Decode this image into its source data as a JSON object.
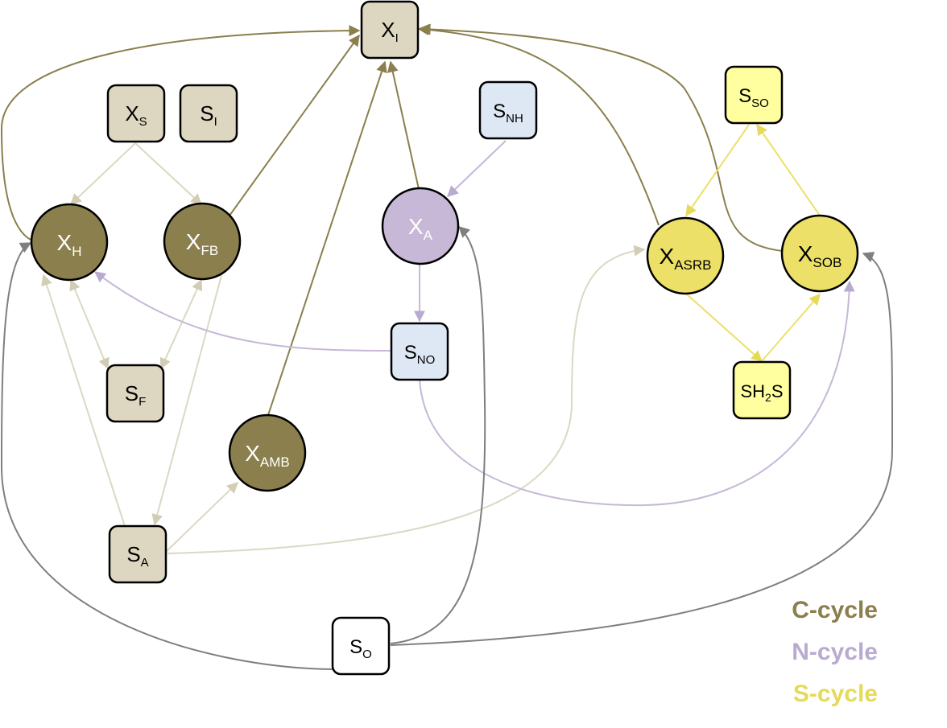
{
  "colors": {
    "c_cycle": "#8a7f4d",
    "c_cycle_light": "#ddd6c0",
    "n_cycle": "#c6b8d6",
    "n_cycle_light": "#dde8f4",
    "s_cycle": "#ece069",
    "s_cycle_light": "#ffff9f",
    "gray": "#7f7f7f",
    "line_c_light": "#dcd8c4"
  },
  "nodes": {
    "XI": {
      "main": "X",
      "sub": "I"
    },
    "XS": {
      "main": "X",
      "sub": "S"
    },
    "SI": {
      "main": "S",
      "sub": "I"
    },
    "SNH": {
      "main": "S",
      "sub": "NH"
    },
    "SSO": {
      "main": "S",
      "sub": "SO"
    },
    "XH": {
      "main": "X",
      "sub": "H"
    },
    "XFB": {
      "main": "X",
      "sub": "FB"
    },
    "XA": {
      "main": "X",
      "sub": "A"
    },
    "XASRB": {
      "main": "X",
      "sub": "ASRB"
    },
    "XSOB": {
      "main": "X",
      "sub": "SOB"
    },
    "SNO": {
      "main": "S",
      "sub": "NO"
    },
    "SF": {
      "main": "S",
      "sub": "F"
    },
    "SH2S": {
      "main": "SH",
      "sub": "2",
      "tail": "S"
    },
    "XAMB": {
      "main": "X",
      "sub": "AMB"
    },
    "SA": {
      "main": "S",
      "sub": "A"
    },
    "SO": {
      "main": "S",
      "sub": "O"
    }
  },
  "legend": {
    "c_cycle": "C-cycle",
    "n_cycle": "N-cycle",
    "s_cycle": "S-cycle"
  }
}
